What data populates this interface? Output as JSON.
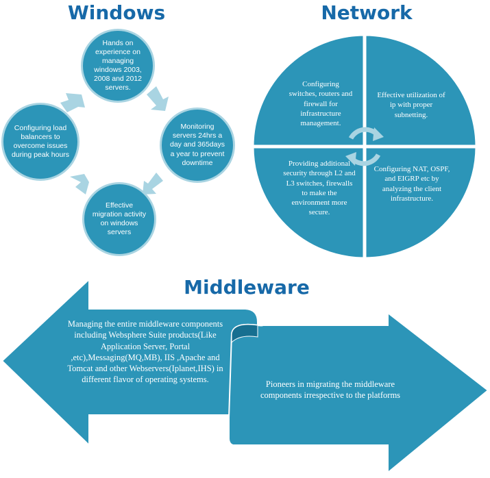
{
  "windows": {
    "title": "Windows",
    "items": [
      "Hands on experience on managing windows 2003, 2008 and 2012 servers.",
      "Monitoring servers 24hrs a day and 365days a year to prevent downtime",
      "Effective migration activity on windows servers",
      "Configuring load balancers to overcome issues during peak hours"
    ]
  },
  "network": {
    "title": "Network",
    "quadrants": [
      "Configuring switches, routers and firewall for infrastructure management.",
      "Effective utilization of ip with proper subnetting.",
      "Providing additional security through L2 and L3 switches, firewalls to make the environment more secure.",
      "Configuring NAT, OSPF, and EIGRP etc by analyzing the client infrastructure."
    ]
  },
  "middleware": {
    "title": "Middleware",
    "left_text": "Managing the entire middleware components including Websphere Suite products(Like Application Server, Portal ,etc),Messaging(MQ,MB), IIS ,Apache and Tomcat and other Webservers(Iplanet,IHS) in different flavor of operating systems.",
    "right_text": "Pioneers in migrating the middleware components irrespective to the platforms"
  },
  "colors": {
    "heading": "#1769a8",
    "teal": "#2c95b8",
    "light_arrow": "#a9d4e2"
  }
}
